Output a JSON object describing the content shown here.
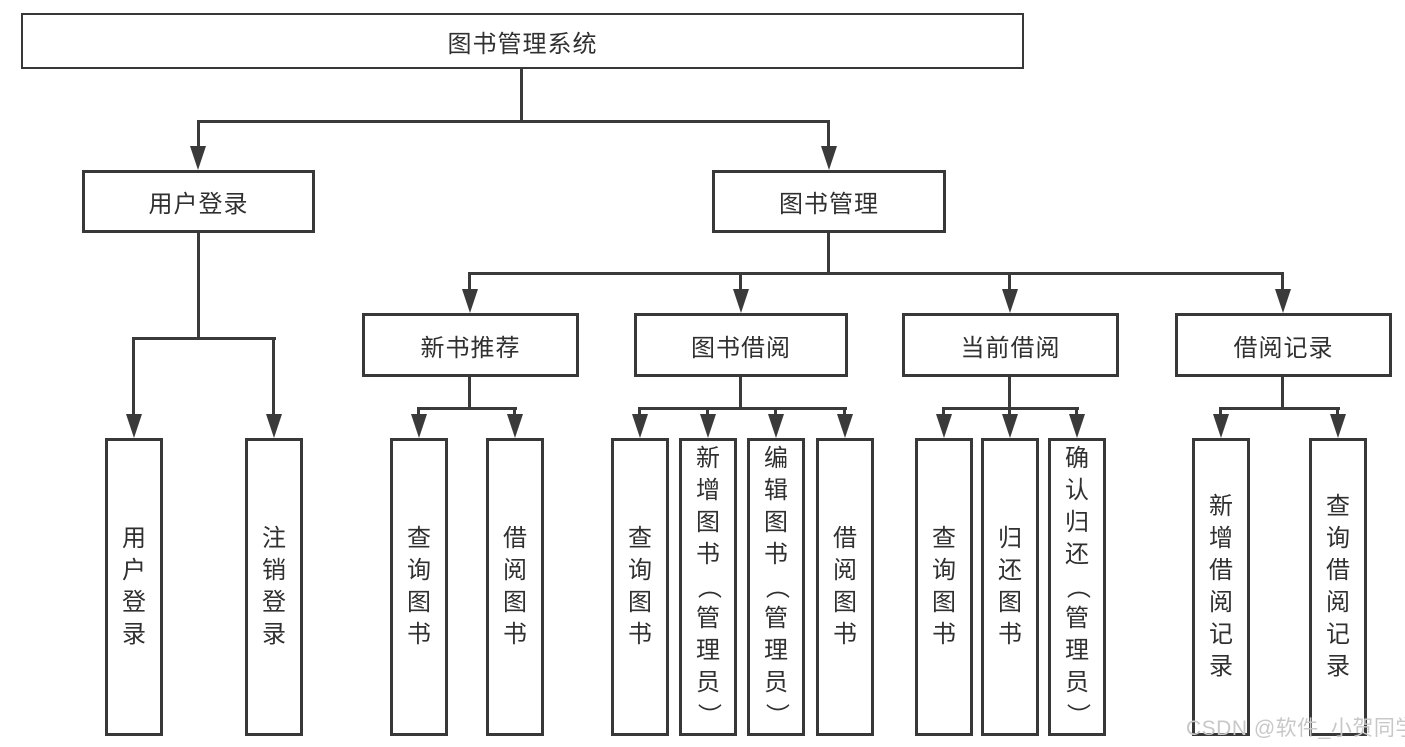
{
  "title": "图书管理系统",
  "watermark": "CSDN @软件_小贺同学",
  "colors": {
    "background": "#ffffff",
    "line": "#3a3a3a",
    "box_border": "#383838",
    "text": "#303030",
    "watermark": "#c8c8c8"
  },
  "tree": {
    "label": "图书管理系统",
    "children": [
      {
        "label": "用户登录",
        "children": [
          {
            "label": "用户登录"
          },
          {
            "label": "注销登录"
          }
        ]
      },
      {
        "label": "图书管理",
        "children": [
          {
            "label": "新书推荐",
            "children": [
              {
                "label": "查询图书"
              },
              {
                "label": "借阅图书"
              }
            ]
          },
          {
            "label": "图书借阅",
            "children": [
              {
                "label": "查询图书"
              },
              {
                "label": "新增图书（管理员）"
              },
              {
                "label": "编辑图书（管理员）"
              },
              {
                "label": "借阅图书"
              }
            ]
          },
          {
            "label": "当前借阅",
            "children": [
              {
                "label": "查询图书"
              },
              {
                "label": "归还图书"
              },
              {
                "label": "确认归还（管理员）"
              }
            ]
          },
          {
            "label": "借阅记录",
            "children": [
              {
                "label": "新增借阅记录"
              },
              {
                "label": "查询借阅记录"
              }
            ]
          }
        ]
      }
    ]
  }
}
